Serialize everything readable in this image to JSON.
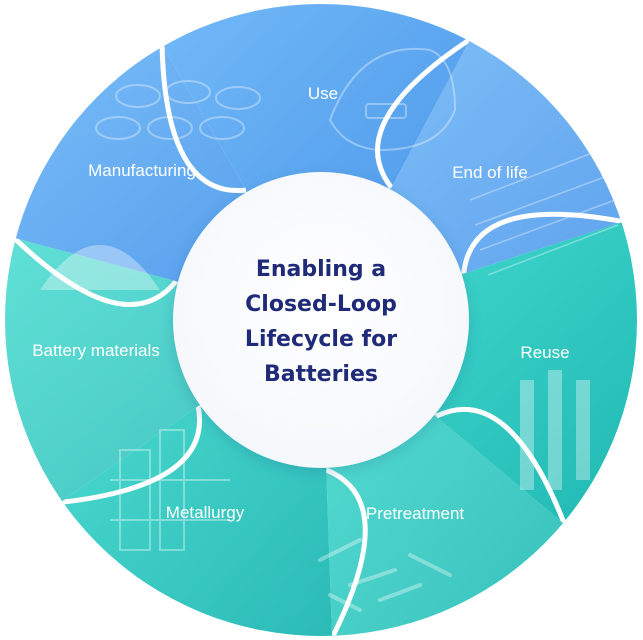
{
  "center": {
    "lines": [
      "Enabling a",
      "Closed-Loop",
      "Lifecycle for",
      "Batteries"
    ]
  },
  "segments": [
    {
      "label": "Use",
      "photo": "electric-car"
    },
    {
      "label": "End of life",
      "photo": "battery-pack"
    },
    {
      "label": "Reuse",
      "photo": "storage-racks"
    },
    {
      "label": "Pretreatment",
      "photo": "spent-cells-pile"
    },
    {
      "label": "Metallurgy",
      "photo": "refinery-plant"
    },
    {
      "label": "Battery materials",
      "photo": "powder-material"
    },
    {
      "label": "Manufacturing",
      "photo": "cylindrical-cells"
    }
  ],
  "colors": {
    "blue_light": "#6cb7f7",
    "blue_mid": "#4f9df0",
    "blue_deep": "#3b8ae6",
    "teal_light": "#45dcd0",
    "teal_mid": "#2fcfc5",
    "teal_deep": "#1fb9b4",
    "center_text": "#1f2a78"
  }
}
